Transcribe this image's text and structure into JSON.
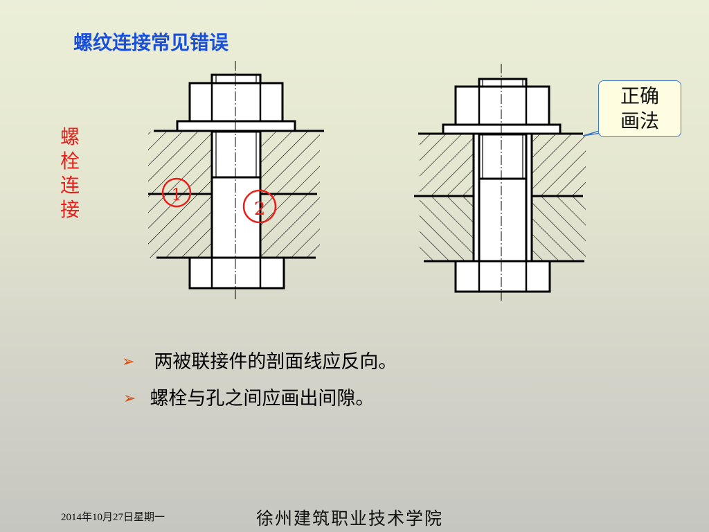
{
  "slide": {
    "title": "螺纹连接常见错误",
    "side_label": "螺栓连接",
    "callout": {
      "line1": "正确",
      "line2": "画法"
    },
    "markers": [
      "1",
      "2"
    ],
    "bullets": [
      "两被联接件的剖面线应反向。",
      "螺栓与孔之间应画出间隙。"
    ],
    "bullet_icon": "arrow-right-icon",
    "footer": {
      "date": "2014年10月27日星期一",
      "school": "徐州建筑职业技术学院"
    }
  },
  "colors": {
    "title": "#1a4fd8",
    "side_label": "#e8201c",
    "marker": "#e8201c",
    "bullet_arrow": "#e0480a",
    "callout_border": "#3a76c6",
    "callout_fill": "#fefde2"
  }
}
